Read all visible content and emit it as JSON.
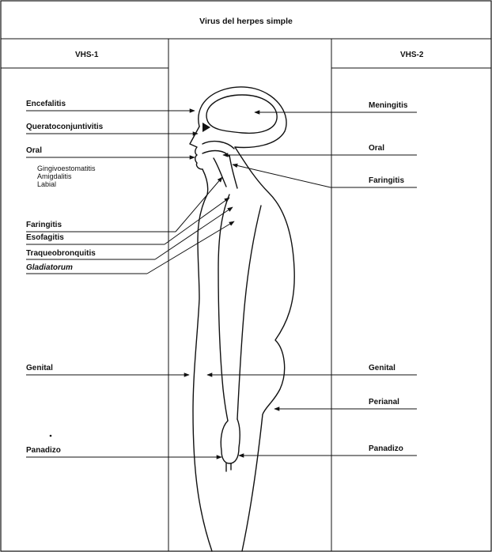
{
  "title": "Virus del herpes simple",
  "columns": {
    "left": "VHS-1",
    "right": "VHS-2"
  },
  "left_labels": {
    "encefalitis": "Encefalitis",
    "queratoconjuntivitis": "Queratoconjuntivitis",
    "oral": "Oral",
    "gingivo": "Gingivoestomatitis",
    "amigdalitis": "Amigdalitis",
    "labial": "Labial",
    "faringitis": "Faringitis",
    "esofagitis": "Esofagitis",
    "traqueo": "Traqueobronquitis",
    "gladiatorum": "Gladiatorum",
    "genital": "Genital",
    "panadizo": "Panadizo"
  },
  "right_labels": {
    "meningitis": "Meningitis",
    "oral": "Oral",
    "faringitis": "Faringitis",
    "genital": "Genital",
    "perianal": "Perianal",
    "panadizo": "Panadizo"
  }
}
